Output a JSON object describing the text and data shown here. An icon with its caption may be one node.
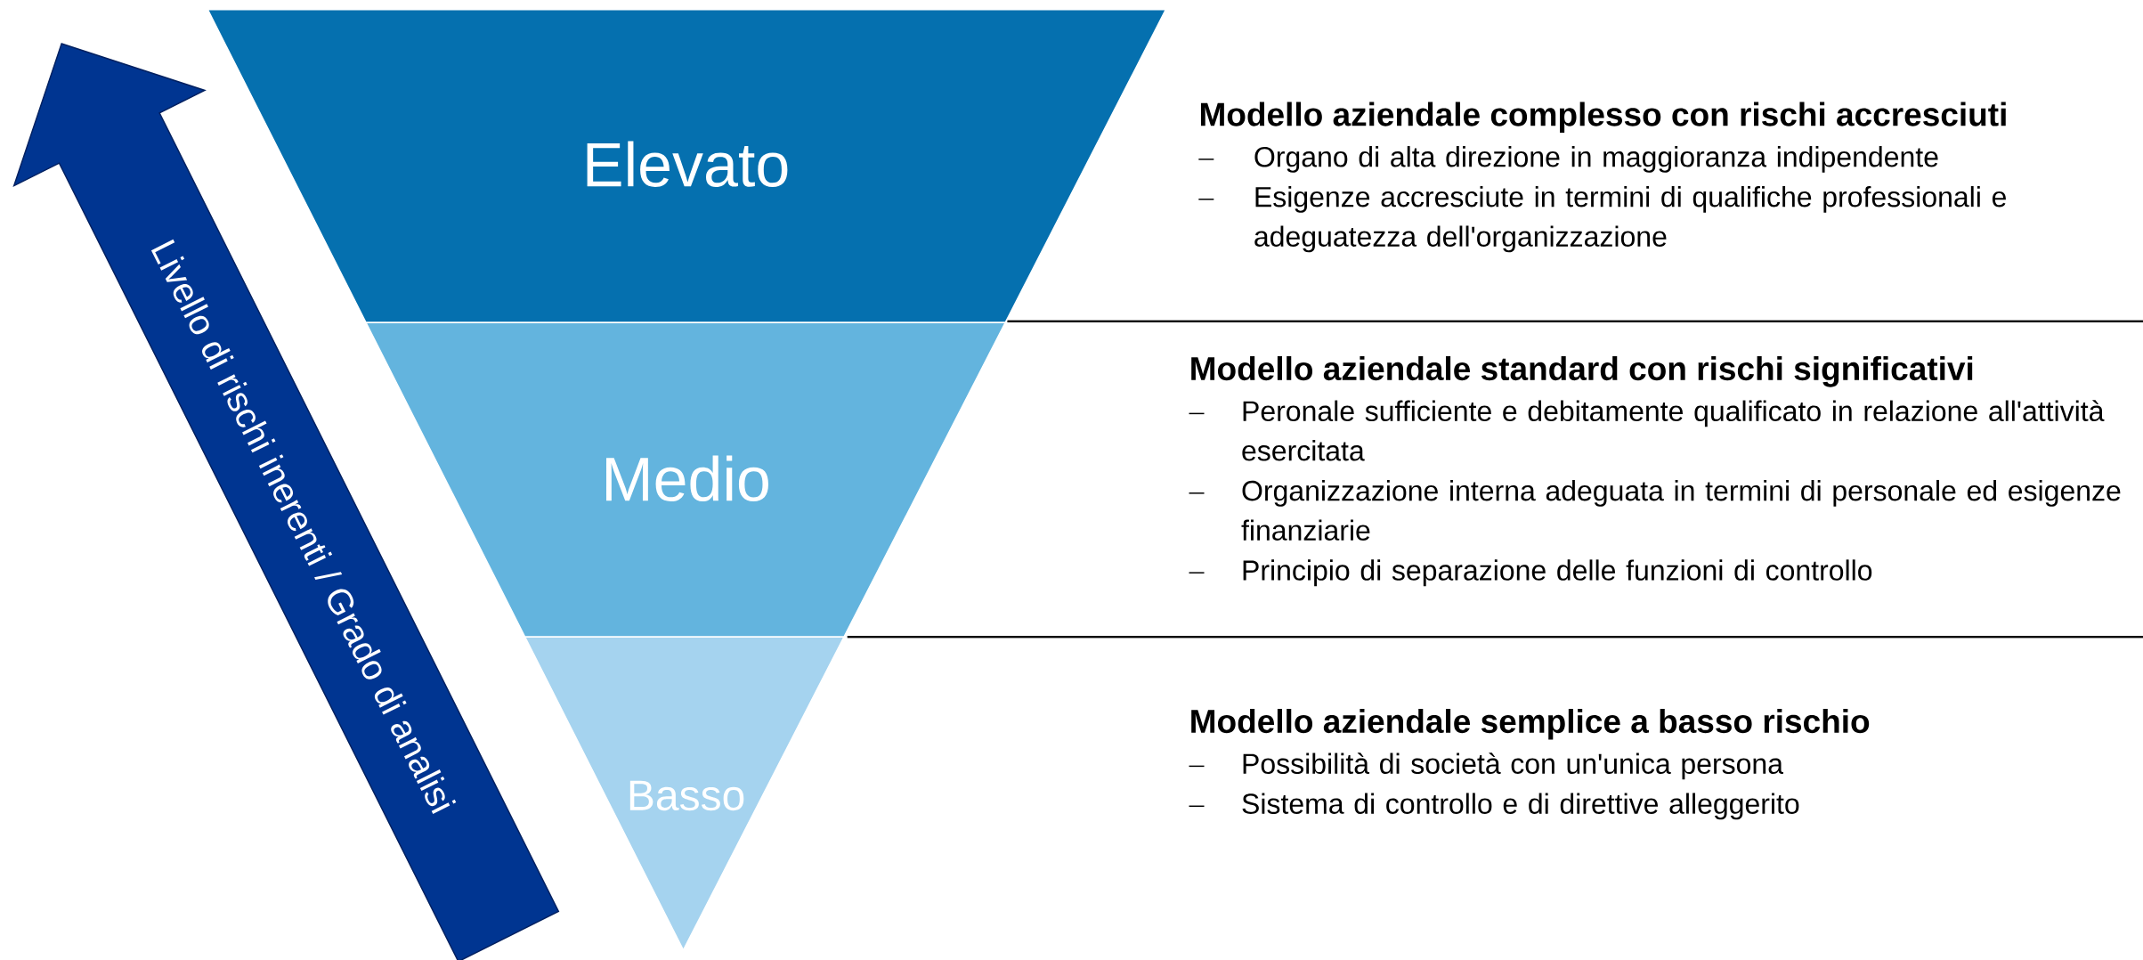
{
  "diagram": {
    "nodes": [
      {
        "text": [
          "Elevato"
        ],
        "beside": [
          "Modello aziendale complesso con rischi accresciuti",
          "Organo di alta direzione in maggioranza indipendente",
          "Esigenze accresciute in termini di qualifiche professionali e adeguatezza dell'organizzazione"
        ]
      },
      {
        "text": [
          "Medio"
        ],
        "beside": [
          "Modello aziendale standard con rischi significativi",
          "Peronale sufficiente e debitamente qualificato in relazione all'attività esercitata",
          "Organizzazione interna adeguata in termini di personale ed esigenze finanziarie",
          "Principio di separazione delle funzioni di controllo"
        ]
      },
      {
        "text": [
          "Basso"
        ],
        "beside": [
          "Modello aziendale semplice a basso rischio",
          "Possibilità di società con un'unica persona",
          "Sistema di controllo e di direttive alleggerito"
        ]
      },
      {
        "text": [
          "Livello di rischi inerenti / Grado di analisi"
        ]
      }
    ]
  }
}
